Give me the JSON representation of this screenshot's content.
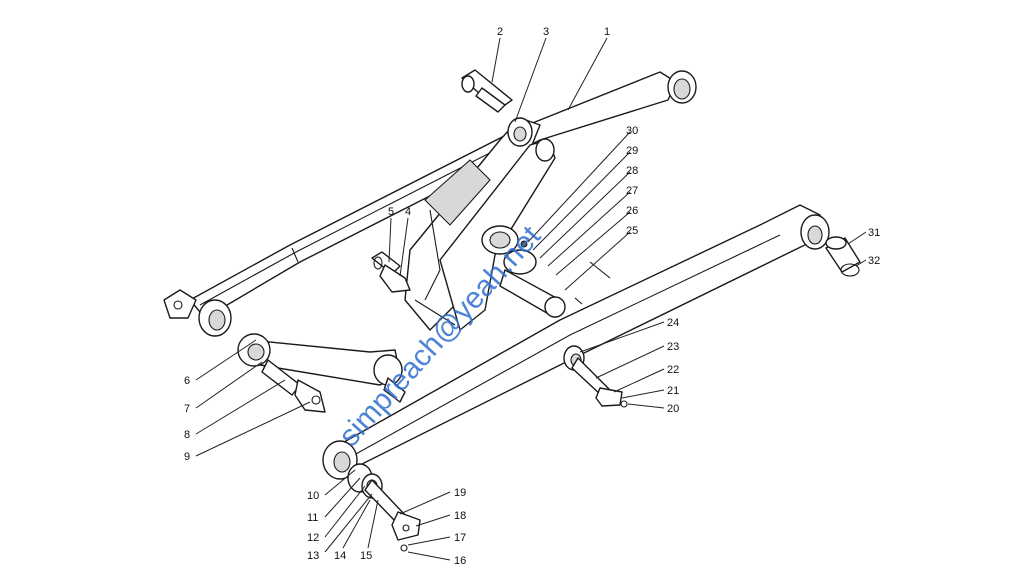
{
  "callouts": [
    {
      "id": "1",
      "label": "1"
    },
    {
      "id": "2",
      "label": "2"
    },
    {
      "id": "3",
      "label": "3"
    },
    {
      "id": "4",
      "label": "4"
    },
    {
      "id": "5",
      "label": "5"
    },
    {
      "id": "6",
      "label": "6"
    },
    {
      "id": "7",
      "label": "7"
    },
    {
      "id": "8",
      "label": "8"
    },
    {
      "id": "9",
      "label": "9"
    },
    {
      "id": "10",
      "label": "10"
    },
    {
      "id": "11",
      "label": "11"
    },
    {
      "id": "12",
      "label": "12"
    },
    {
      "id": "13",
      "label": "13"
    },
    {
      "id": "14",
      "label": "14"
    },
    {
      "id": "15",
      "label": "15"
    },
    {
      "id": "16",
      "label": "16"
    },
    {
      "id": "17",
      "label": "17"
    },
    {
      "id": "18",
      "label": "18"
    },
    {
      "id": "19",
      "label": "19"
    },
    {
      "id": "20",
      "label": "20"
    },
    {
      "id": "21",
      "label": "21"
    },
    {
      "id": "22",
      "label": "22"
    },
    {
      "id": "23",
      "label": "23"
    },
    {
      "id": "24",
      "label": "24"
    },
    {
      "id": "25",
      "label": "25"
    },
    {
      "id": "26",
      "label": "26"
    },
    {
      "id": "27",
      "label": "27"
    },
    {
      "id": "28",
      "label": "28"
    },
    {
      "id": "29",
      "label": "29"
    },
    {
      "id": "30",
      "label": "30"
    },
    {
      "id": "31",
      "label": "31"
    },
    {
      "id": "32",
      "label": "32"
    }
  ],
  "watermark": "simpreach@yeah.net"
}
